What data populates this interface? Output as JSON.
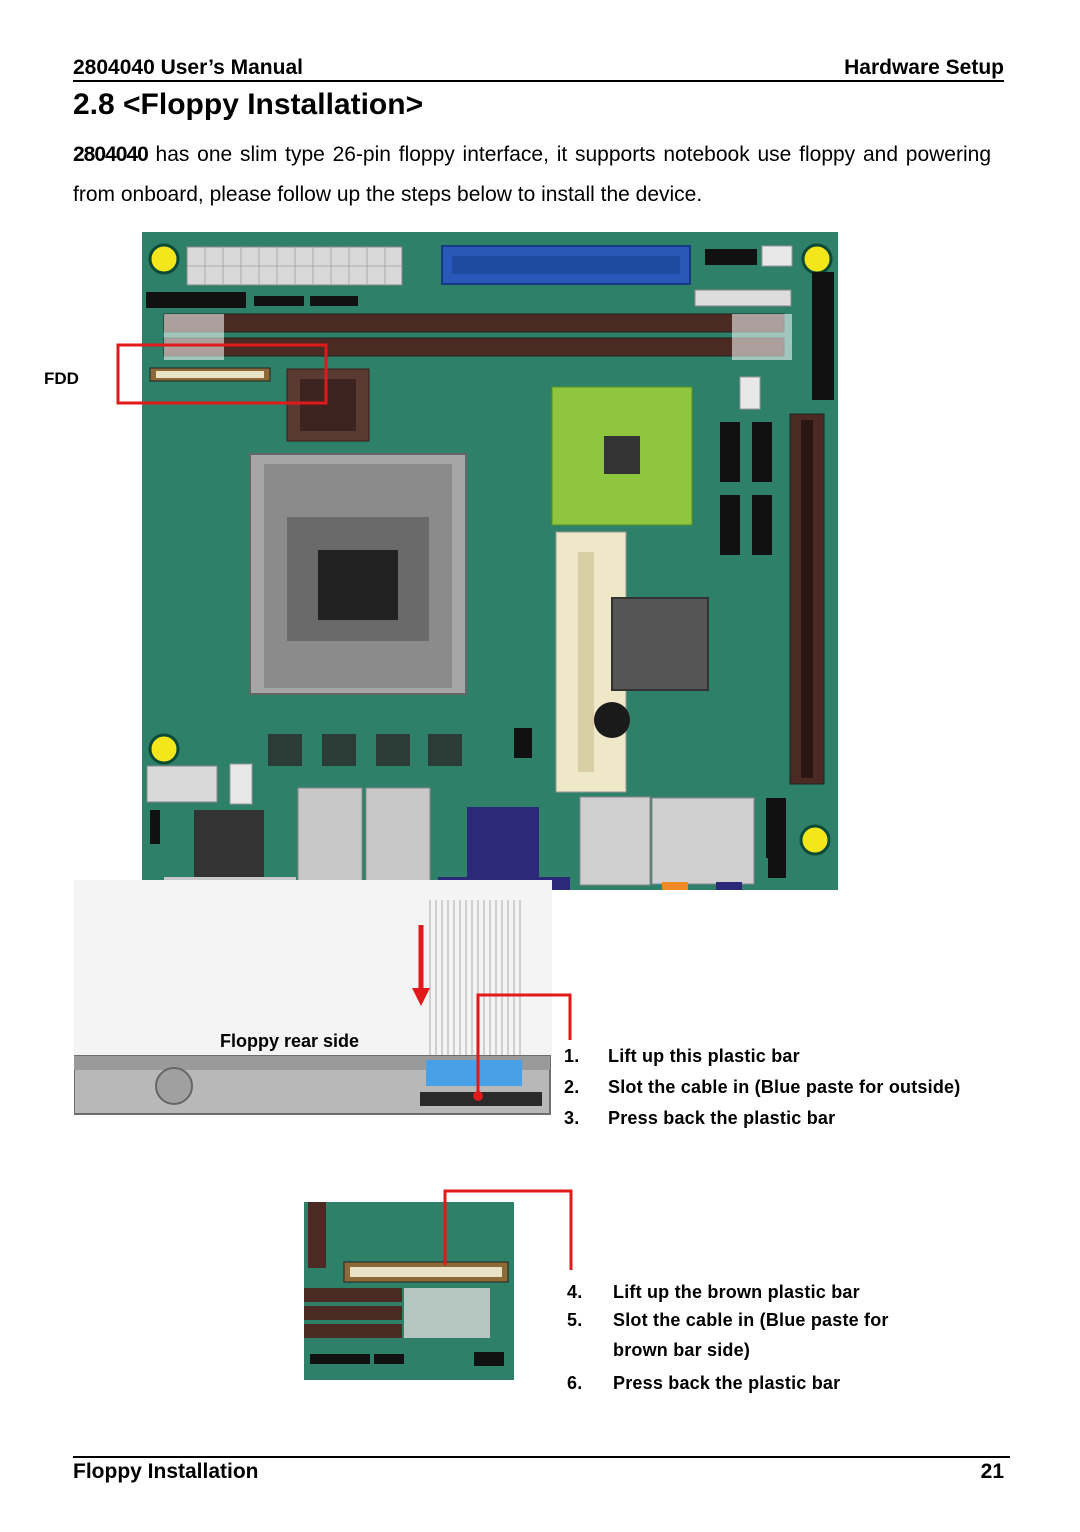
{
  "header": {
    "manual": "2804040 User’s Manual",
    "section": "Hardware Setup"
  },
  "title": "2.8 <Floppy Installation>",
  "intro": {
    "model": "2804040",
    "text": " has one slim type 26-pin floppy interface, it supports notebook use floppy and powering from onboard, please follow up the steps below to install the device."
  },
  "labels": {
    "fdd": "FDD",
    "floppy_rear": "Floppy rear side"
  },
  "steps_a": [
    {
      "num": "1.",
      "text": "Lift up this plastic bar"
    },
    {
      "num": "2.",
      "text": "Slot the cable in (Blue paste for outside)"
    },
    {
      "num": "3.",
      "text": "Press back the plastic bar"
    }
  ],
  "steps_b": [
    {
      "num": "4.",
      "text": "Lift up the brown plastic bar"
    },
    {
      "num": "5.",
      "text": "Slot the cable in (Blue paste for"
    },
    {
      "num": "",
      "text": "brown bar side)"
    },
    {
      "num": "6.",
      "text": "Press back the plastic bar"
    }
  ],
  "footer": {
    "section": "Floppy Installation",
    "page": "21"
  },
  "colors": {
    "board": "#2f8068",
    "highlight": "#e0191b",
    "blue_connector": "#2a58b8",
    "chipset": "#8ec63f"
  }
}
